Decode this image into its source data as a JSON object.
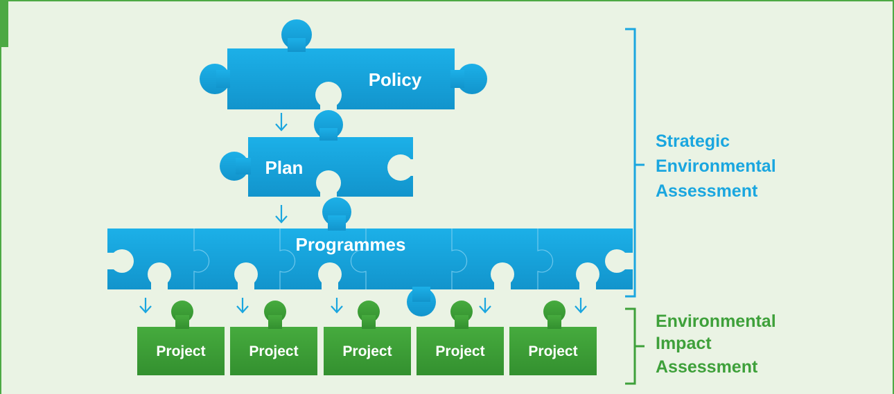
{
  "diagram": {
    "upper_levels": {
      "policy": "Policy",
      "plan": "Plan",
      "programmes": "Programmes"
    },
    "projects": [
      "Project",
      "Project",
      "Project",
      "Project",
      "Project"
    ],
    "sea_label": [
      "Strategic",
      "Environmental",
      "Assessment"
    ],
    "eia_label": [
      "Environmental",
      "Impact",
      "Assessment"
    ],
    "colors": {
      "blue_piece": "#1aa6df",
      "green_piece": "#3ea03a",
      "sea_text": "#1aa6df",
      "eia_text": "#3ea03a",
      "background": "#eaf3e4",
      "border": "#4da944",
      "arrow": "#1aa6df"
    },
    "arrow_icon": "down-arrow-icon"
  }
}
